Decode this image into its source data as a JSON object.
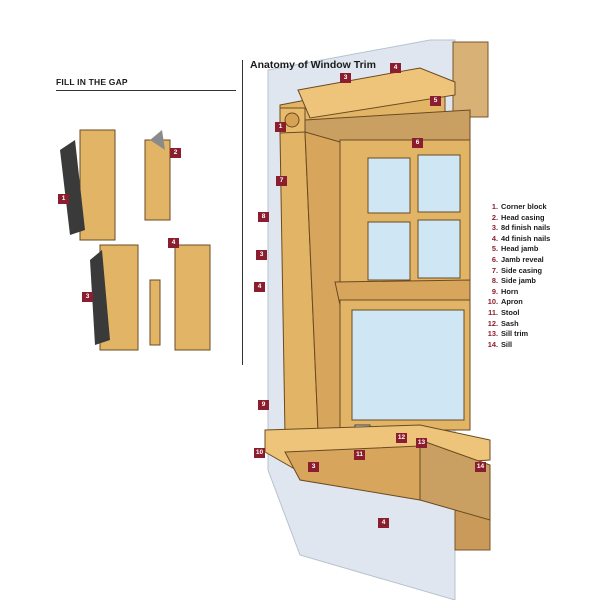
{
  "left_panel": {
    "title": "FILL IN THE GAP",
    "steps": [
      "1",
      "2",
      "3",
      "4"
    ]
  },
  "right_panel": {
    "title": "Anatomy of Window Trim"
  },
  "legend": [
    {
      "num": "1.",
      "label": "Corner block"
    },
    {
      "num": "2.",
      "label": "Head casing"
    },
    {
      "num": "3.",
      "label": "8d finish nails"
    },
    {
      "num": "4.",
      "label": "4d finish nails"
    },
    {
      "num": "5.",
      "label": "Head jamb"
    },
    {
      "num": "6.",
      "label": "Jamb reveal"
    },
    {
      "num": "7.",
      "label": "Side casing"
    },
    {
      "num": "8.",
      "label": "Side jamb"
    },
    {
      "num": "9.",
      "label": "Horn"
    },
    {
      "num": "10.",
      "label": "Apron"
    },
    {
      "num": "11.",
      "label": "Stool"
    },
    {
      "num": "12.",
      "label": "Sash"
    },
    {
      "num": "13.",
      "label": "Sill trim"
    },
    {
      "num": "14.",
      "label": "Sill"
    }
  ],
  "callouts": [
    "1",
    "3",
    "4",
    "5",
    "6",
    "7",
    "8",
    "3",
    "4",
    "9",
    "10",
    "3",
    "11",
    "12",
    "13",
    "14",
    "4"
  ],
  "colors": {
    "wood": "#e2b566",
    "wood_dark": "#b07a33",
    "wall": "#dfe6f0",
    "glass": "#cfe6f5",
    "callout": "#8b1e2e"
  }
}
